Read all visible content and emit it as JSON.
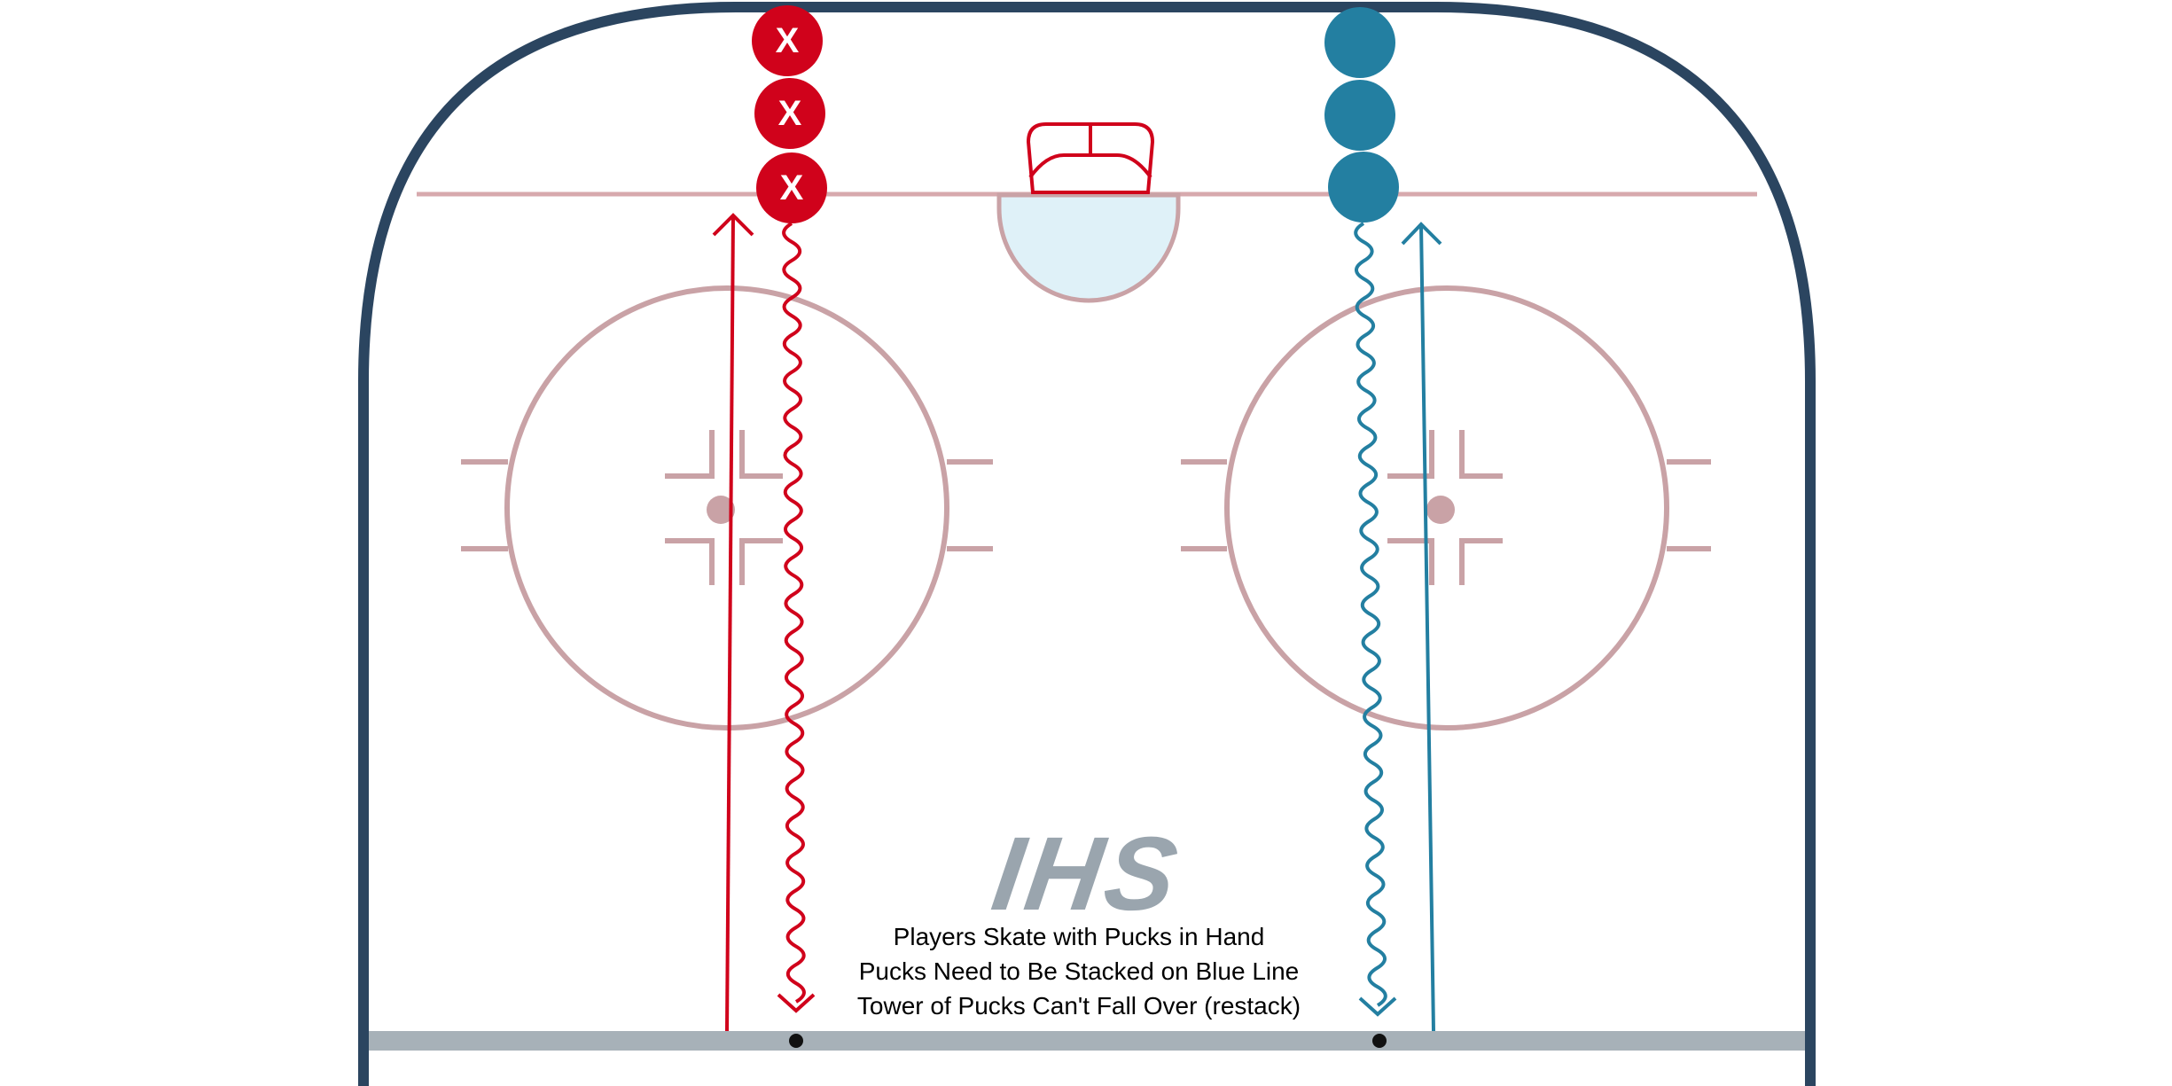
{
  "diagram": {
    "logo": {
      "text": "IHS",
      "color": "#9aa5ae"
    },
    "notes": [
      "Players Skate with Pucks in Hand",
      "Pucks Need to Be Stacked on Blue Line",
      "Tower of Pucks Can't Fall Over (restack)"
    ],
    "teams": {
      "red": {
        "color": "#d0021b",
        "players": [
          "X",
          "X",
          "X"
        ]
      },
      "blue": {
        "color": "#237fa1",
        "players": [
          "",
          "",
          ""
        ]
      }
    },
    "colors": {
      "boards": "#2b4560",
      "rink_markings": "#c9a2a6",
      "crease": "#dff1f8",
      "blue_line": "#a7b1b8",
      "net": "#d0021b"
    }
  }
}
